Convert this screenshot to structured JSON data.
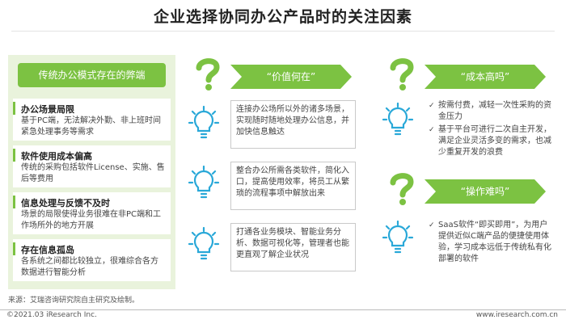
{
  "title": "企业选择协同办公产品时的关注因素",
  "left": {
    "header": "传统办公模式存在的弊端",
    "cards": [
      {
        "title": "办公场景局限",
        "body": "基于PC端，无法解决外勤、非上班时间紧急处理事务等需求"
      },
      {
        "title": "软件使用成本偏高",
        "body": "传统的采购包括软件License、实施、售后等费用"
      },
      {
        "title": "信息处理与反馈不及时",
        "body": "场景的局限使得业务很难在非PC端和工作场所外的地方开展"
      },
      {
        "title": "存在信息孤岛",
        "body": "各系统之间都比较独立，很难综合各方数据进行智能分析"
      }
    ]
  },
  "middle": {
    "arrow": "“价值何在”",
    "boxes": [
      "连接办公场所以外的诸多场景，实现随时随地处理办公信息，并加快信息触达",
      "整合办公所需各类软件，简化入口，提高使用效率，将员工从繁琐的流程事项中解放出来",
      "打通各业务模块、智能业务分析、数据可视化等，管理者也能更直观了解企业状况"
    ]
  },
  "right": {
    "arrow1": "“成本高吗”",
    "bullets1": [
      "按需付费，减轻一次性采购的资金压力",
      "基于平台可进行二次自主开发，满足企业灵活多变的需求，也减少重复开发的浪费"
    ],
    "arrow2": "“操作难吗”",
    "bullets2": [
      "SaaS软件“即买即用”，为用户提供近似C端产品的便捷使用体验，学习成本远低于传统私有化部署的软件"
    ]
  },
  "source": "来源：艾瑞咨询研究院自主研究及绘制。",
  "copyright": "©2021.03 iResearch Inc.",
  "website": "www.iresearch.com.cn",
  "colors": {
    "accent": "#7cc242",
    "panel": "#e9f3dc",
    "icon_blue": "#29a8d8"
  }
}
